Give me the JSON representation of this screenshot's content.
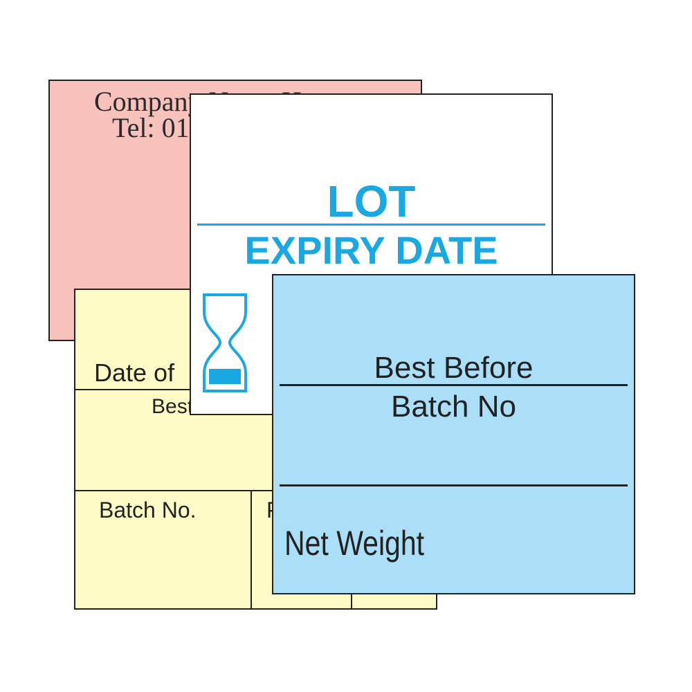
{
  "colors": {
    "pink_label": "#f7c1bc",
    "yellow_label": "#fefbc6",
    "white_label": "#ffffff",
    "blue_label": "#abdff7",
    "accent_blue": "#1aa8e2",
    "ink": "#222222"
  },
  "pink_label": {
    "line1": "Company Name Here",
    "line2": "Tel: 01"
  },
  "yellow_label": {
    "date_text": "Date of",
    "best_text": "Best",
    "batch_text": "Batch No.",
    "p_text": "P"
  },
  "white_label": {
    "lot": "LOT",
    "expiry": "EXPIRY DATE",
    "icon": "hourglass-icon"
  },
  "blue_label": {
    "best_before": "Best Before",
    "batch_no": "Batch No",
    "net_weight": "Net Weight"
  }
}
